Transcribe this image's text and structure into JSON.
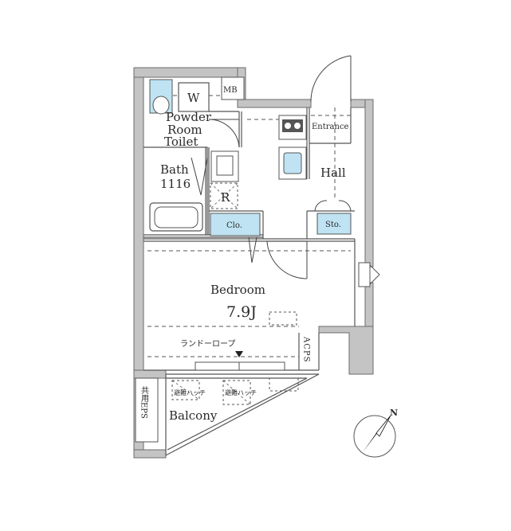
{
  "rooms": {
    "powder_room_line1": "Powder",
    "powder_room_line2": "Room",
    "toilet": "Toilet",
    "bath": "Bath",
    "bath_size": "1116",
    "hall": "Hall",
    "entrance": "Entrance",
    "bedroom": "Bedroom",
    "bedroom_size": "7.9J",
    "balcony": "Balcony"
  },
  "fixtures": {
    "washer": "W",
    "mb": "MB",
    "refrigerator": "R",
    "closet": "Clo.",
    "storage": "Sto.",
    "acps": "ACPS",
    "laundry_rope": "ランドーロープ",
    "shared_eps": "共用EPS",
    "hatch_left": "避難ハッチ",
    "hatch_mid": "避難ハッチ"
  },
  "compass": {
    "north_label": "N"
  },
  "colors": {
    "wall": "#bdbdbd",
    "wall_line": "#6b6b6b",
    "fixture_blue": "#bfe3f2",
    "line": "#444444"
  }
}
